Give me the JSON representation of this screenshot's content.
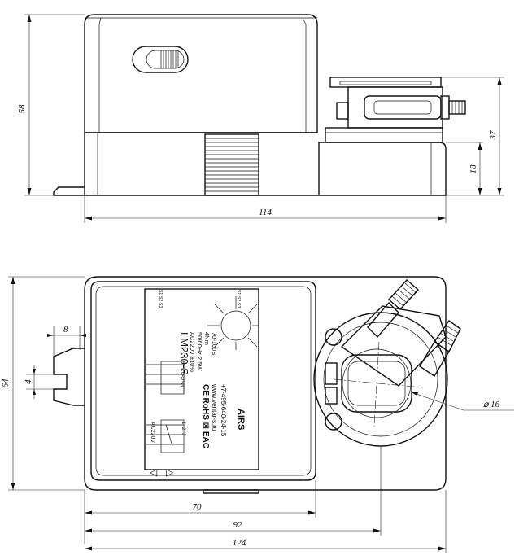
{
  "side_view": {
    "dimensions": {
      "height_total": "58",
      "width_total": "114",
      "shaft_height": "37",
      "shaft_base_height": "18"
    }
  },
  "top_view": {
    "dimensions": {
      "height_total": "64",
      "slot_width": "8",
      "slot_height": "4",
      "width_70": "70",
      "width_92": "92",
      "width_124": "124",
      "shaft_diameter": "⌀ 16"
    },
    "label": {
      "model": "LM230-S",
      "specs": [
        "AC220V ±10%",
        "50/60Hz 2,5W",
        "4Nm",
        "70-100S"
      ],
      "switch_labels": [
        "S1",
        "S2",
        "S3"
      ],
      "brand_marks": "CE RoHS ⊠ EAC",
      "website": "www.ventar-s.ru",
      "phone": "+7-495-640-24-15",
      "wiring_labels": [
        "1",
        "2",
        "3"
      ],
      "voltage": "AC220V",
      "logo": "AIRS",
      "switch_top_labels": [
        "S1",
        "S2",
        "S3",
        "S1",
        "S2",
        "S3"
      ]
    },
    "direction_arrows": [
      "◁",
      "▷"
    ]
  }
}
